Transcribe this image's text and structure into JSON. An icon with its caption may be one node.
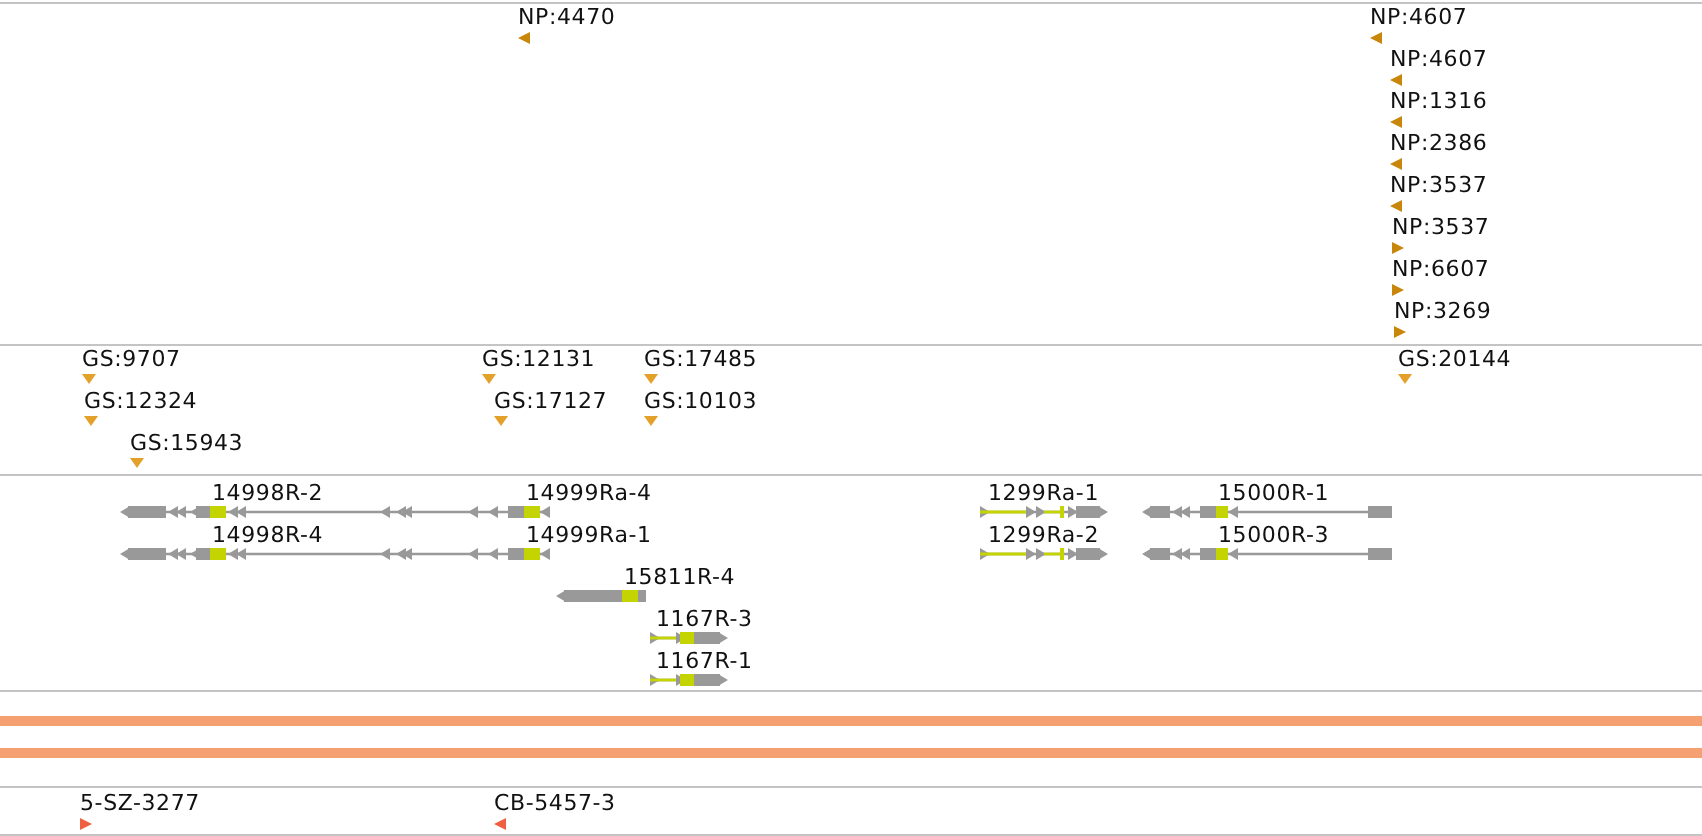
{
  "diagram": {
    "labels": [
      "NP:4470",
      "NP:4607",
      "NP:4607",
      "NP:1316",
      "NP:2386",
      "NP:3537",
      "NP:3537",
      "NP:6607",
      "NP:3269",
      "GS:9707",
      "GS:12131",
      "GS:17485",
      "GS:20144",
      "GS:12324",
      "GS:17127",
      "GS:10103",
      "GS:15943",
      "14998R-2",
      "14999Ra-4",
      "1299Ra-1",
      "15000R-1",
      "14998R-4",
      "14999Ra-1",
      "1299Ra-2",
      "15000R-3",
      "15811R-4",
      "1167R-3",
      "1167R-1",
      "5-SZ-3277",
      "CB-5457-3"
    ]
  }
}
